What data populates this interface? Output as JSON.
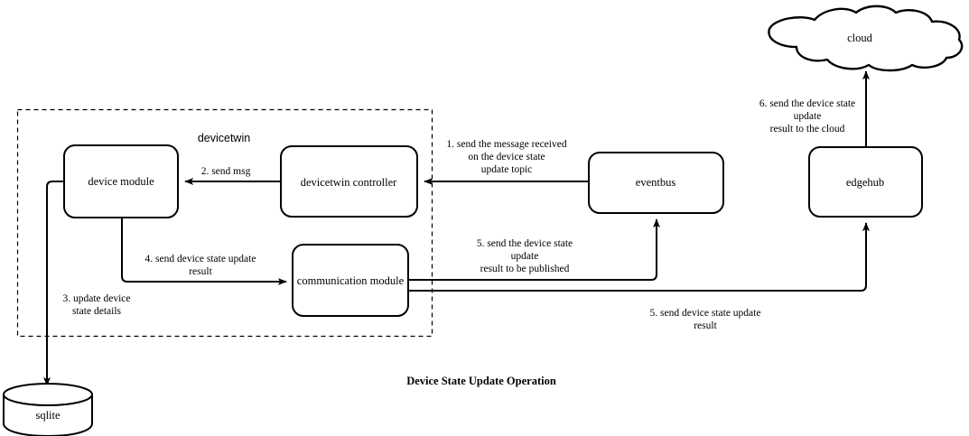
{
  "figure": {
    "title": "Device State Update Operation",
    "group_label": "devicetwin"
  },
  "nodes": {
    "device_module": "device module",
    "devicetwin_controller": "devicetwin controller",
    "communication_module": "communication module",
    "eventbus": "eventbus",
    "edgehub": "edgehub",
    "cloud": "cloud",
    "sqlite": "sqlite"
  },
  "edges": {
    "e1": {
      "line1": "1. send the message received",
      "line2": "on the device state",
      "line3": "update topic"
    },
    "e2": {
      "line1": "2. send msg"
    },
    "e3": {
      "line1": "3. update device",
      "line2": "state details"
    },
    "e4": {
      "line1": "4. send device state update",
      "line2": "result"
    },
    "e5a": {
      "line1": "5. send the device state",
      "line2": "update",
      "line3": "result to be published"
    },
    "e5b": {
      "line1": "5. send device state update",
      "line2": "result"
    },
    "e6": {
      "line1": "6. send the device state",
      "line2": "update",
      "line3": "result to the cloud"
    }
  },
  "colors": {
    "stroke": "#000000",
    "fill": "#ffffff"
  }
}
